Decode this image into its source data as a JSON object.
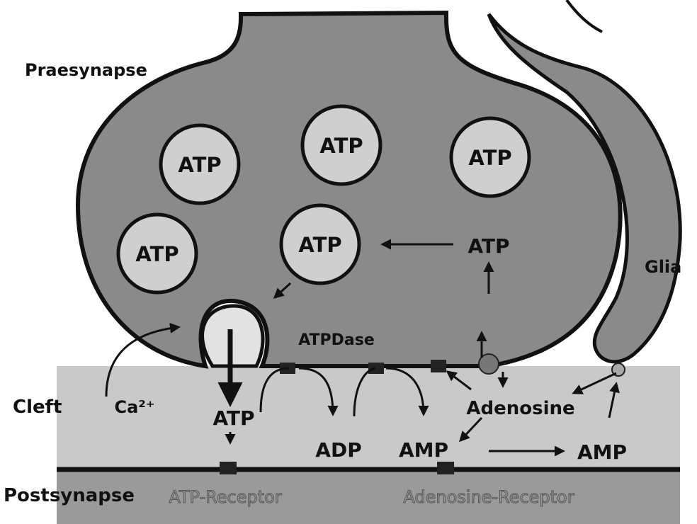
{
  "regions": {
    "presynapse": "Praesynapse",
    "cleft": "Cleft",
    "postsynapse": "Postsynapse",
    "glia": "Glia"
  },
  "vesicles": [
    "ATP",
    "ATP",
    "ATP",
    "ATP",
    "ATP"
  ],
  "molecules": {
    "atp_recycled": "ATP",
    "atp_released": "ATP",
    "adp": "ADP",
    "amp_left": "AMP",
    "amp_right": "AMP",
    "adenosine": "Adenosine",
    "calcium": "Ca²⁺",
    "enzyme": "ATPDase"
  },
  "receptors": {
    "atp_receptor": "ATP-Receptor",
    "adenosine_receptor": "Adenosine-Receptor"
  },
  "colors": {
    "presynapse_fill": "#8a8a8a",
    "cleft_fill": "#c9c9c9",
    "postsynapse_fill": "#9a9a9a",
    "vesicle_fill": "#cfcfcf",
    "outline": "#111111"
  }
}
